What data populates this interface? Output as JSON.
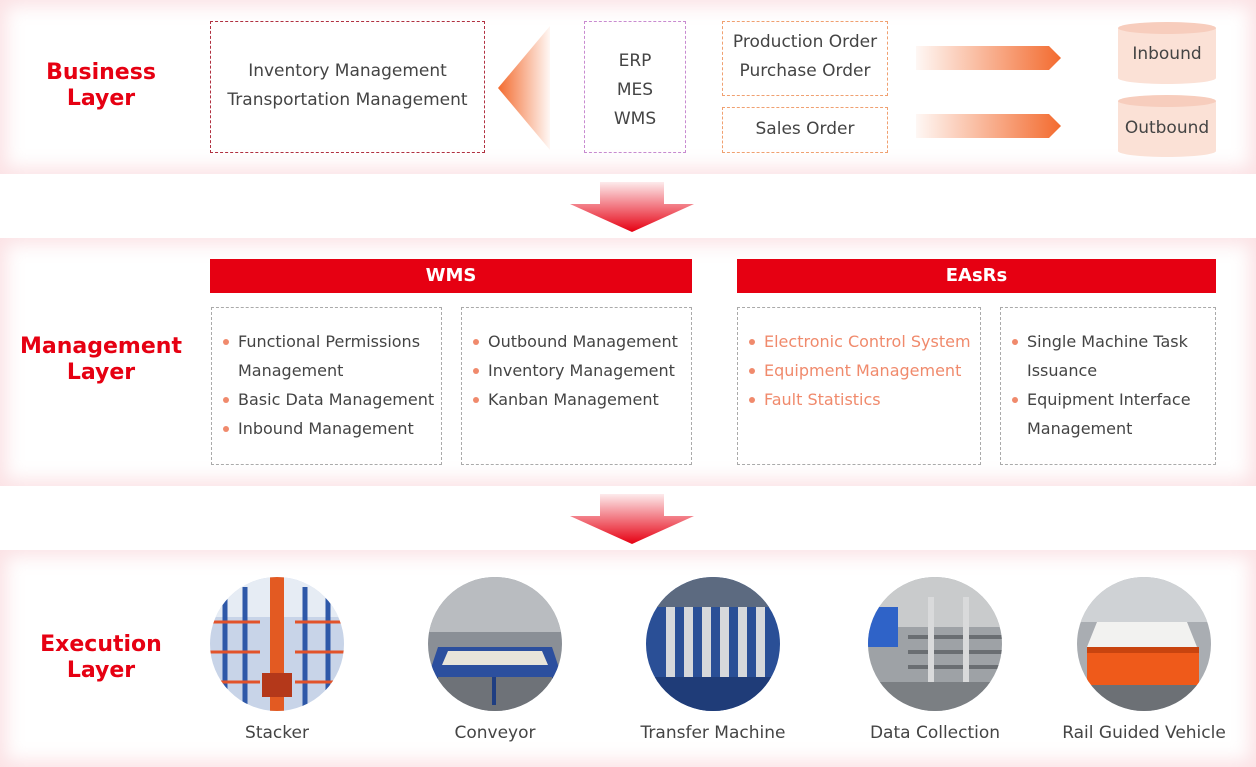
{
  "business": {
    "title_line1": "Business",
    "title_line2": "Layer",
    "management_box": [
      "Inventory Management",
      "Transportation Management"
    ],
    "systems_box": [
      "ERP",
      "MES",
      "WMS"
    ],
    "orders_box": [
      "Production Order",
      "Purchase Order"
    ],
    "sales_box": "Sales Order",
    "inbound": "Inbound",
    "outbound": "Outbound"
  },
  "management": {
    "title_line1": "Management",
    "title_line2": "Layer",
    "wms_header": "WMS",
    "easrs_header": "EAsRs",
    "wms_col1": [
      "Functional Permissions Management",
      "Basic Data Management",
      "Inbound Management"
    ],
    "wms_col2": [
      "Outbound Management",
      "Inventory Management",
      "Kanban Management"
    ],
    "easrs_col1": [
      "Electronic Control System",
      "Equipment Management",
      "Fault Statistics"
    ],
    "easrs_col2": [
      "Single Machine Task Issuance",
      "Equipment Interface Management"
    ]
  },
  "execution": {
    "title_line1": "Execution",
    "title_line2": "Layer",
    "items": [
      "Stacker",
      "Conveyor",
      "Transfer Machine",
      "Data Collection",
      "Rail Guided Vehicle"
    ]
  },
  "colors": {
    "accent_red": "#e60012",
    "accent_orange": "#f08a6c",
    "pill_fill": "#fbe1d6"
  }
}
